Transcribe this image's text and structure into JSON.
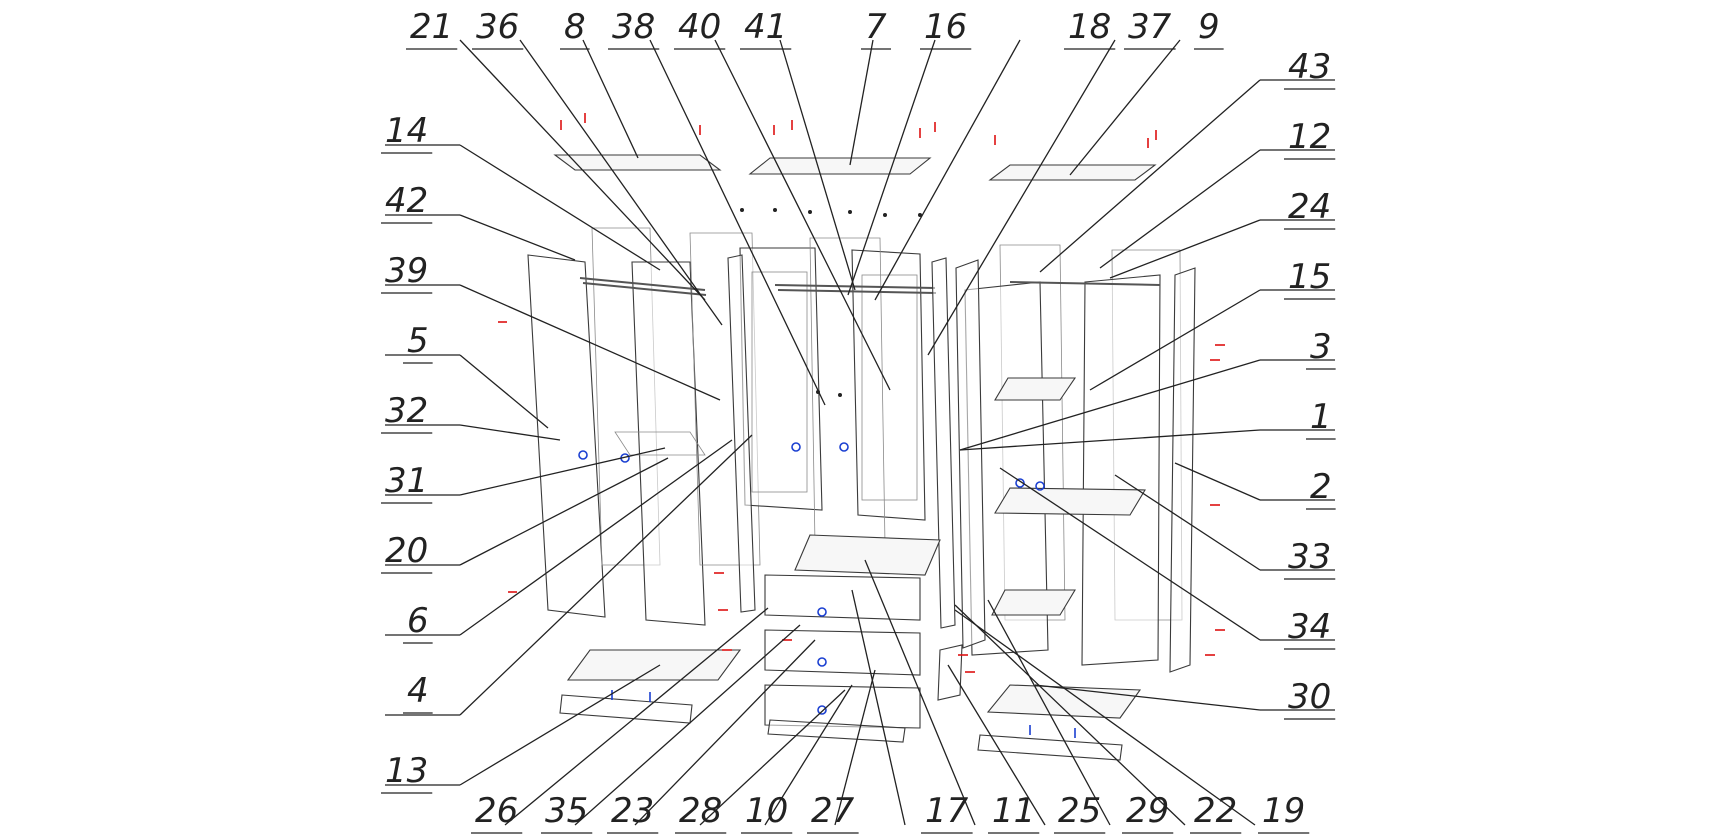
{
  "callouts": {
    "top": [
      "21",
      "36",
      "8",
      "38",
      "40",
      "41",
      "7",
      "16",
      "18",
      "37",
      "9"
    ],
    "left": [
      "14",
      "42",
      "39",
      "5",
      "32",
      "31",
      "20",
      "6",
      "4",
      "13"
    ],
    "right": [
      "43",
      "12",
      "24",
      "15",
      "3",
      "1",
      "2",
      "33",
      "34",
      "30"
    ],
    "bottom": [
      "26",
      "35",
      "23",
      "28",
      "10",
      "27",
      "17",
      "11",
      "25",
      "29",
      "22",
      "19"
    ]
  },
  "colors": {
    "line": "#222222",
    "hardware_red": "#dd1111",
    "hardware_blue": "#1a3fd1"
  }
}
